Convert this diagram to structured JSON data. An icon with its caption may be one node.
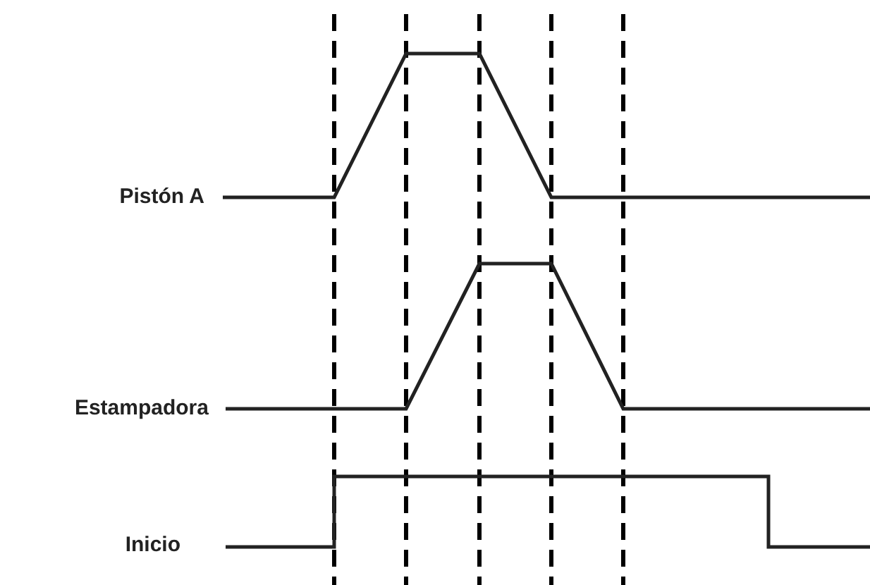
{
  "diagram": {
    "labels": [
      "Pistón A",
      "Estampadora",
      "Inicio"
    ]
  }
}
